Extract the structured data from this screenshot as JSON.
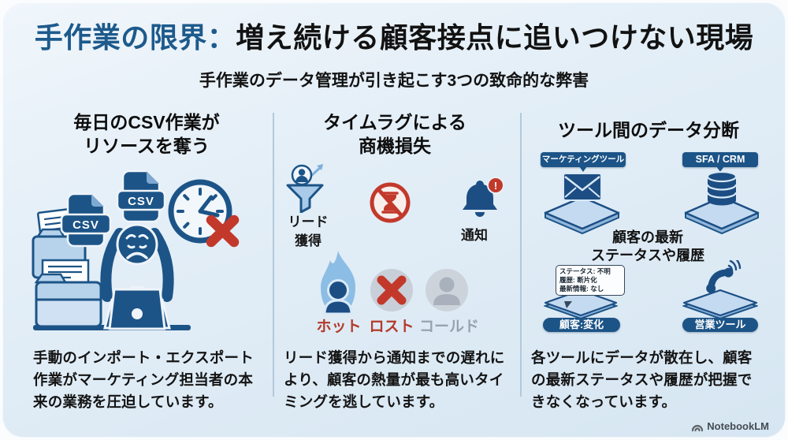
{
  "header": {
    "title_highlight": "手作業の限界：",
    "title_rest": "増え続ける顧客接点に追いつけない現場",
    "subtitle": "手作業のデータ管理が引き起こす3つの致命的な弊害"
  },
  "columns": [
    {
      "heading_line1": "毎日のCSV作業が",
      "heading_line2": "リソースを奪う",
      "csv_label": "CSV",
      "body": "手動のインポート・エクスポート作業がマーケティング担当者の本来の業務を圧迫しています。"
    },
    {
      "heading_line1": "タイムラグによる",
      "heading_line2": "商機損失",
      "lead_label_line1": "リード",
      "lead_label_line2": "獲得",
      "notify_label": "通知",
      "badge": "!",
      "hot_label": "ホット",
      "lost_label": "ロスト",
      "cold_label": "コールド",
      "body": "リード獲得から通知までの遅れにより、顧客の熱量が最も高いタイミングを逃しています。"
    },
    {
      "heading_line1": "ツール間のデータ分断",
      "heading_line2": "",
      "tag_marketing": "マーケティングツール",
      "tag_sfa": "SFA / CRM",
      "middle_line1": "顧客の最新",
      "middle_line2": "ステータスや履歴",
      "bubble_line1": "ステータス: 不明",
      "bubble_line2": "履歴: 断片化",
      "bubble_line3": "最新情報: なし",
      "pill_customer": "顧客:変化",
      "pill_sales": "営業ツール",
      "body": "各ツールにデータが散在し、顧客の最新ステータスや履歴が把握できなくなっています。"
    }
  ],
  "footer": {
    "brand": "NotebookLM"
  },
  "colors": {
    "accent_blue": "#1c5487",
    "light_blue": "#b7d3ec",
    "alert_red": "#c2392b",
    "muted_gray": "#98a3ae"
  }
}
